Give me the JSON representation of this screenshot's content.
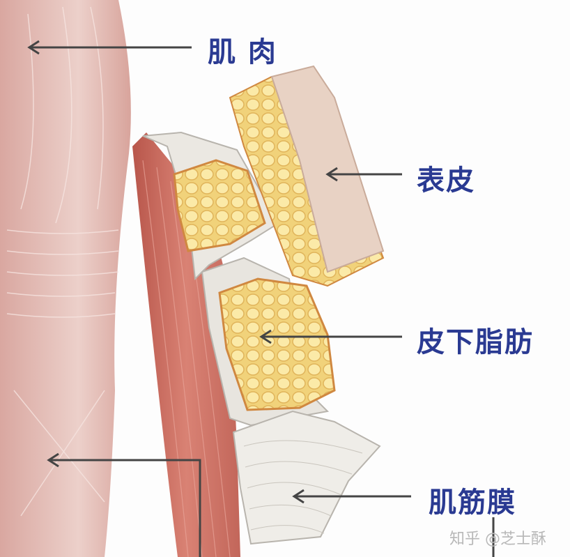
{
  "labels": {
    "muscle": "肌 肉",
    "epidermis": "表皮",
    "subcutaneous_fat": "皮下脂肪",
    "fascia": "肌筋膜"
  },
  "watermark": "知乎 @芝士酥",
  "colors": {
    "label": "#2a3a92",
    "muscle": "#c96b5e",
    "leg": "#e6bfb8",
    "fat": "#f3dc8a",
    "fascia": "#e9e7e2",
    "arrow": "#444444"
  }
}
